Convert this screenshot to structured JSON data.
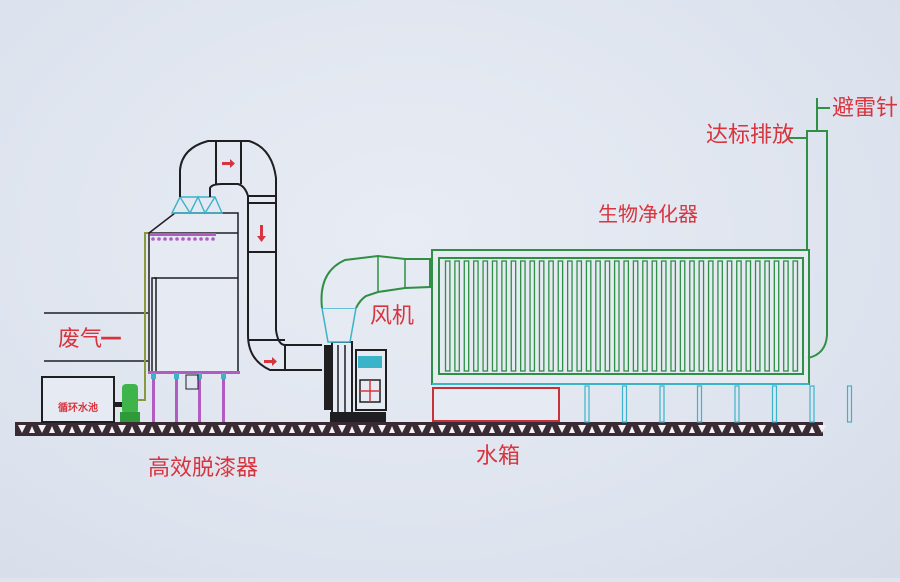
{
  "diagram": {
    "title": "废气处理工艺流程图",
    "labels": {
      "exhaust_inlet": "废气",
      "circulation_tank": "循环水池",
      "scrubber": "高效脱漆器",
      "fan": "风机",
      "bio_purifier": "生物净化器",
      "water_tank": "水箱",
      "discharge": "达标排放",
      "lightning_rod": "避雷针"
    },
    "inlet_arrow": "—",
    "colors": {
      "label_red": "#d8343e",
      "outline_black": "#1f1f22",
      "bio_green": "#2e8f45",
      "support_cyan": "#3bb3c9",
      "support_purple": "#b05cc2",
      "ground_dark": "#3a2a33",
      "pump_green": "#3fb44a",
      "water_tank_red": "#c8303a"
    },
    "bio_purifier_fins": 38,
    "bio_supports": 8
  }
}
